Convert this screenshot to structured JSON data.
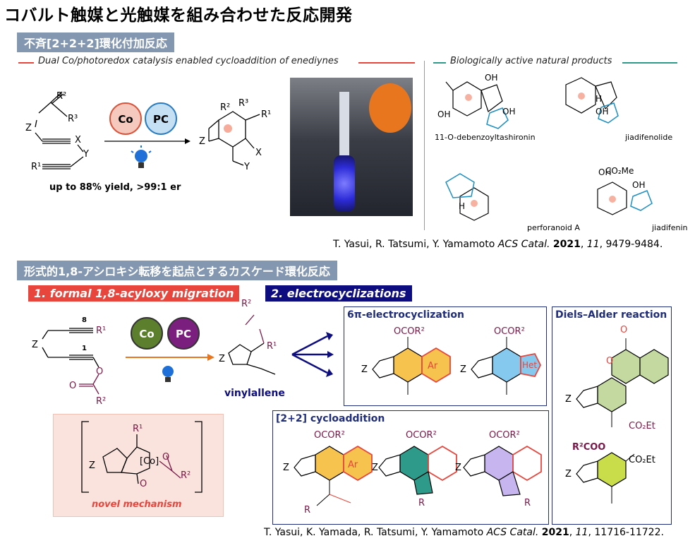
{
  "page": {
    "title": "コバルト触媒と光触媒を組み合わせた反応開発"
  },
  "section1": {
    "header": "不斉[2+2+2]環化付加反応",
    "left_legend": "Dual Co/photoredox catalysis enabled cycloaddition of enediynes",
    "right_legend": "Biologically active natural products",
    "catalyst_co": "Co",
    "catalyst_pc": "PC",
    "yield_text": "up to 88% yield, >99:1 er",
    "compounds": [
      "11-O-debenzoyltashironin",
      "jiadifenolide",
      "perforanoid A",
      "jiadifenin"
    ],
    "reference": {
      "authors": "T. Yasui, R. Tatsumi, Y. Yamamoto",
      "journal": "ACS Catal.",
      "year": "2021",
      "volume": "11",
      "pages": "9479-9484."
    }
  },
  "section2": {
    "header": "形式的1,8-アシロキシ転移を起点とするカスケード環化反応",
    "tag1": "1. formal 1,8-acyloxy migration",
    "tag2": "2. electrocyclizations",
    "catalyst_co": "Co",
    "catalyst_pc": "PC",
    "intermediate_label": "vinylallene",
    "mechanism_label": "novel mechanism",
    "box_6pi": "6π-electrocyclization",
    "box_22": "[2+2] cycloaddition",
    "box_da": "Diels–Alder reaction",
    "reference": {
      "authors": "T. Yasui, K. Yamada, R. Tatsumi, Y. Yamamoto",
      "journal": "ACS Catal.",
      "year": "2021",
      "volume": "11",
      "pages": "11716-11722."
    }
  },
  "chem_labels": {
    "r1": "R¹",
    "r2": "R²",
    "r3": "R³",
    "z": "Z",
    "x": "X",
    "y": "Y",
    "ocor2": "OCOR²",
    "ar": "Ar",
    "het": "Het",
    "co2et": "CO₂Et",
    "r2coo": "R²COO",
    "co_cplx": "[Co]",
    "o": "O",
    "r": "R",
    "oh": "OH",
    "h": "H",
    "co2me": "CO₂Me",
    "n8": "8",
    "n1": "1"
  },
  "colors": {
    "header_bg": "#8497b0",
    "red_tag": "#e8453c",
    "navy": "#0d0d80",
    "co_green": "#5b7f2d",
    "pc_purple": "#7b1f7f",
    "co_pink": "#f6c9be",
    "pc_blue": "#c5dff3",
    "orange_ring": "#f6c34f",
    "blue_ring": "#86c9ee",
    "teal_ring": "#2e9a8a",
    "lilac_ring": "#c6b5ef",
    "green_ring": "#c3d9a0",
    "lime_ring": "#c9dc4a",
    "maroon": "#7a1747",
    "natural_blue": "#1e8fc2"
  }
}
